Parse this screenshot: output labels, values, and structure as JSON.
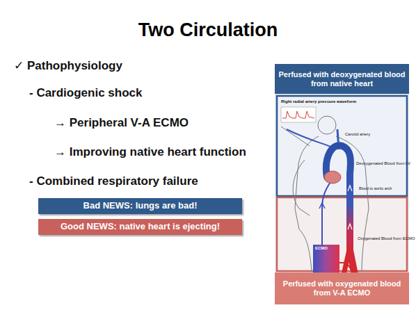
{
  "diagram": {
    "title": "Two Circulation",
    "nodes": [
      {
        "text": [
          "Bad NEWS: lungs are bad!"
        ]
      },
      {
        "text": [
          "Good NEWS: native heart is ejecting!"
        ]
      },
      {
        "text": [
          "Perfused with deoxygenated blood from native heart"
        ]
      },
      {
        "text": [
          "ECMO"
        ]
      },
      {
        "text": [
          "Perfused with oxygenated blood from V-A ECMO"
        ]
      }
    ],
    "labels": [
      "✓ Pathophysiology",
      "- Cardiogenic shock",
      "→ Peripheral V-A ECMO",
      "→ Improving native heart function",
      "- Combined respiratory failure",
      "Right radial artery pressure waveform",
      "Carotid artery",
      "Deoxygenated Blood from LV",
      "Blood to aortic arch",
      "Oxygenated Blood from ECMO"
    ]
  }
}
